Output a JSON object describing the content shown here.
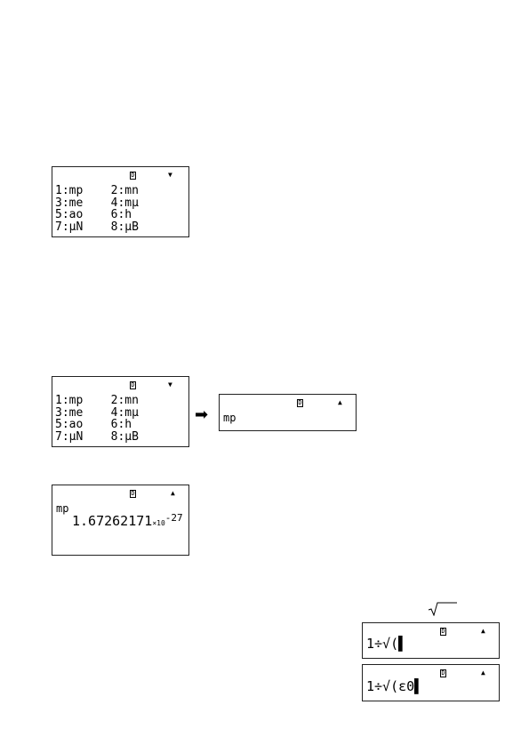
{
  "menu_screen_1": {
    "indicator": "D",
    "scroll": "▼",
    "rows": [
      "1:mp    2:mn",
      "3:me    4:mμ",
      "5:ao    6:h",
      "7:μN    8:μB"
    ]
  },
  "menu_screen_2": {
    "indicator": "D",
    "scroll": "▼",
    "rows": [
      "1:mp    2:mn",
      "3:me    4:mμ",
      "5:ao    6:h",
      "7:μN    8:μB"
    ]
  },
  "select_screen": {
    "indicator": "D",
    "scroll": "▲",
    "input": "mp"
  },
  "result_screen": {
    "indicator": "D",
    "scroll": "▲",
    "input": "mp",
    "mantissa": "1.67262171",
    "times_ten": "×10",
    "exponent": "-27"
  },
  "expr_screen_1": {
    "indicator": "D",
    "scroll": "▲",
    "expression": "1÷√(▌"
  },
  "expr_screen_2": {
    "indicator": "D",
    "scroll": "▲",
    "expression": "1÷√(ε0▌"
  },
  "arrow_icon": "right-arrow"
}
